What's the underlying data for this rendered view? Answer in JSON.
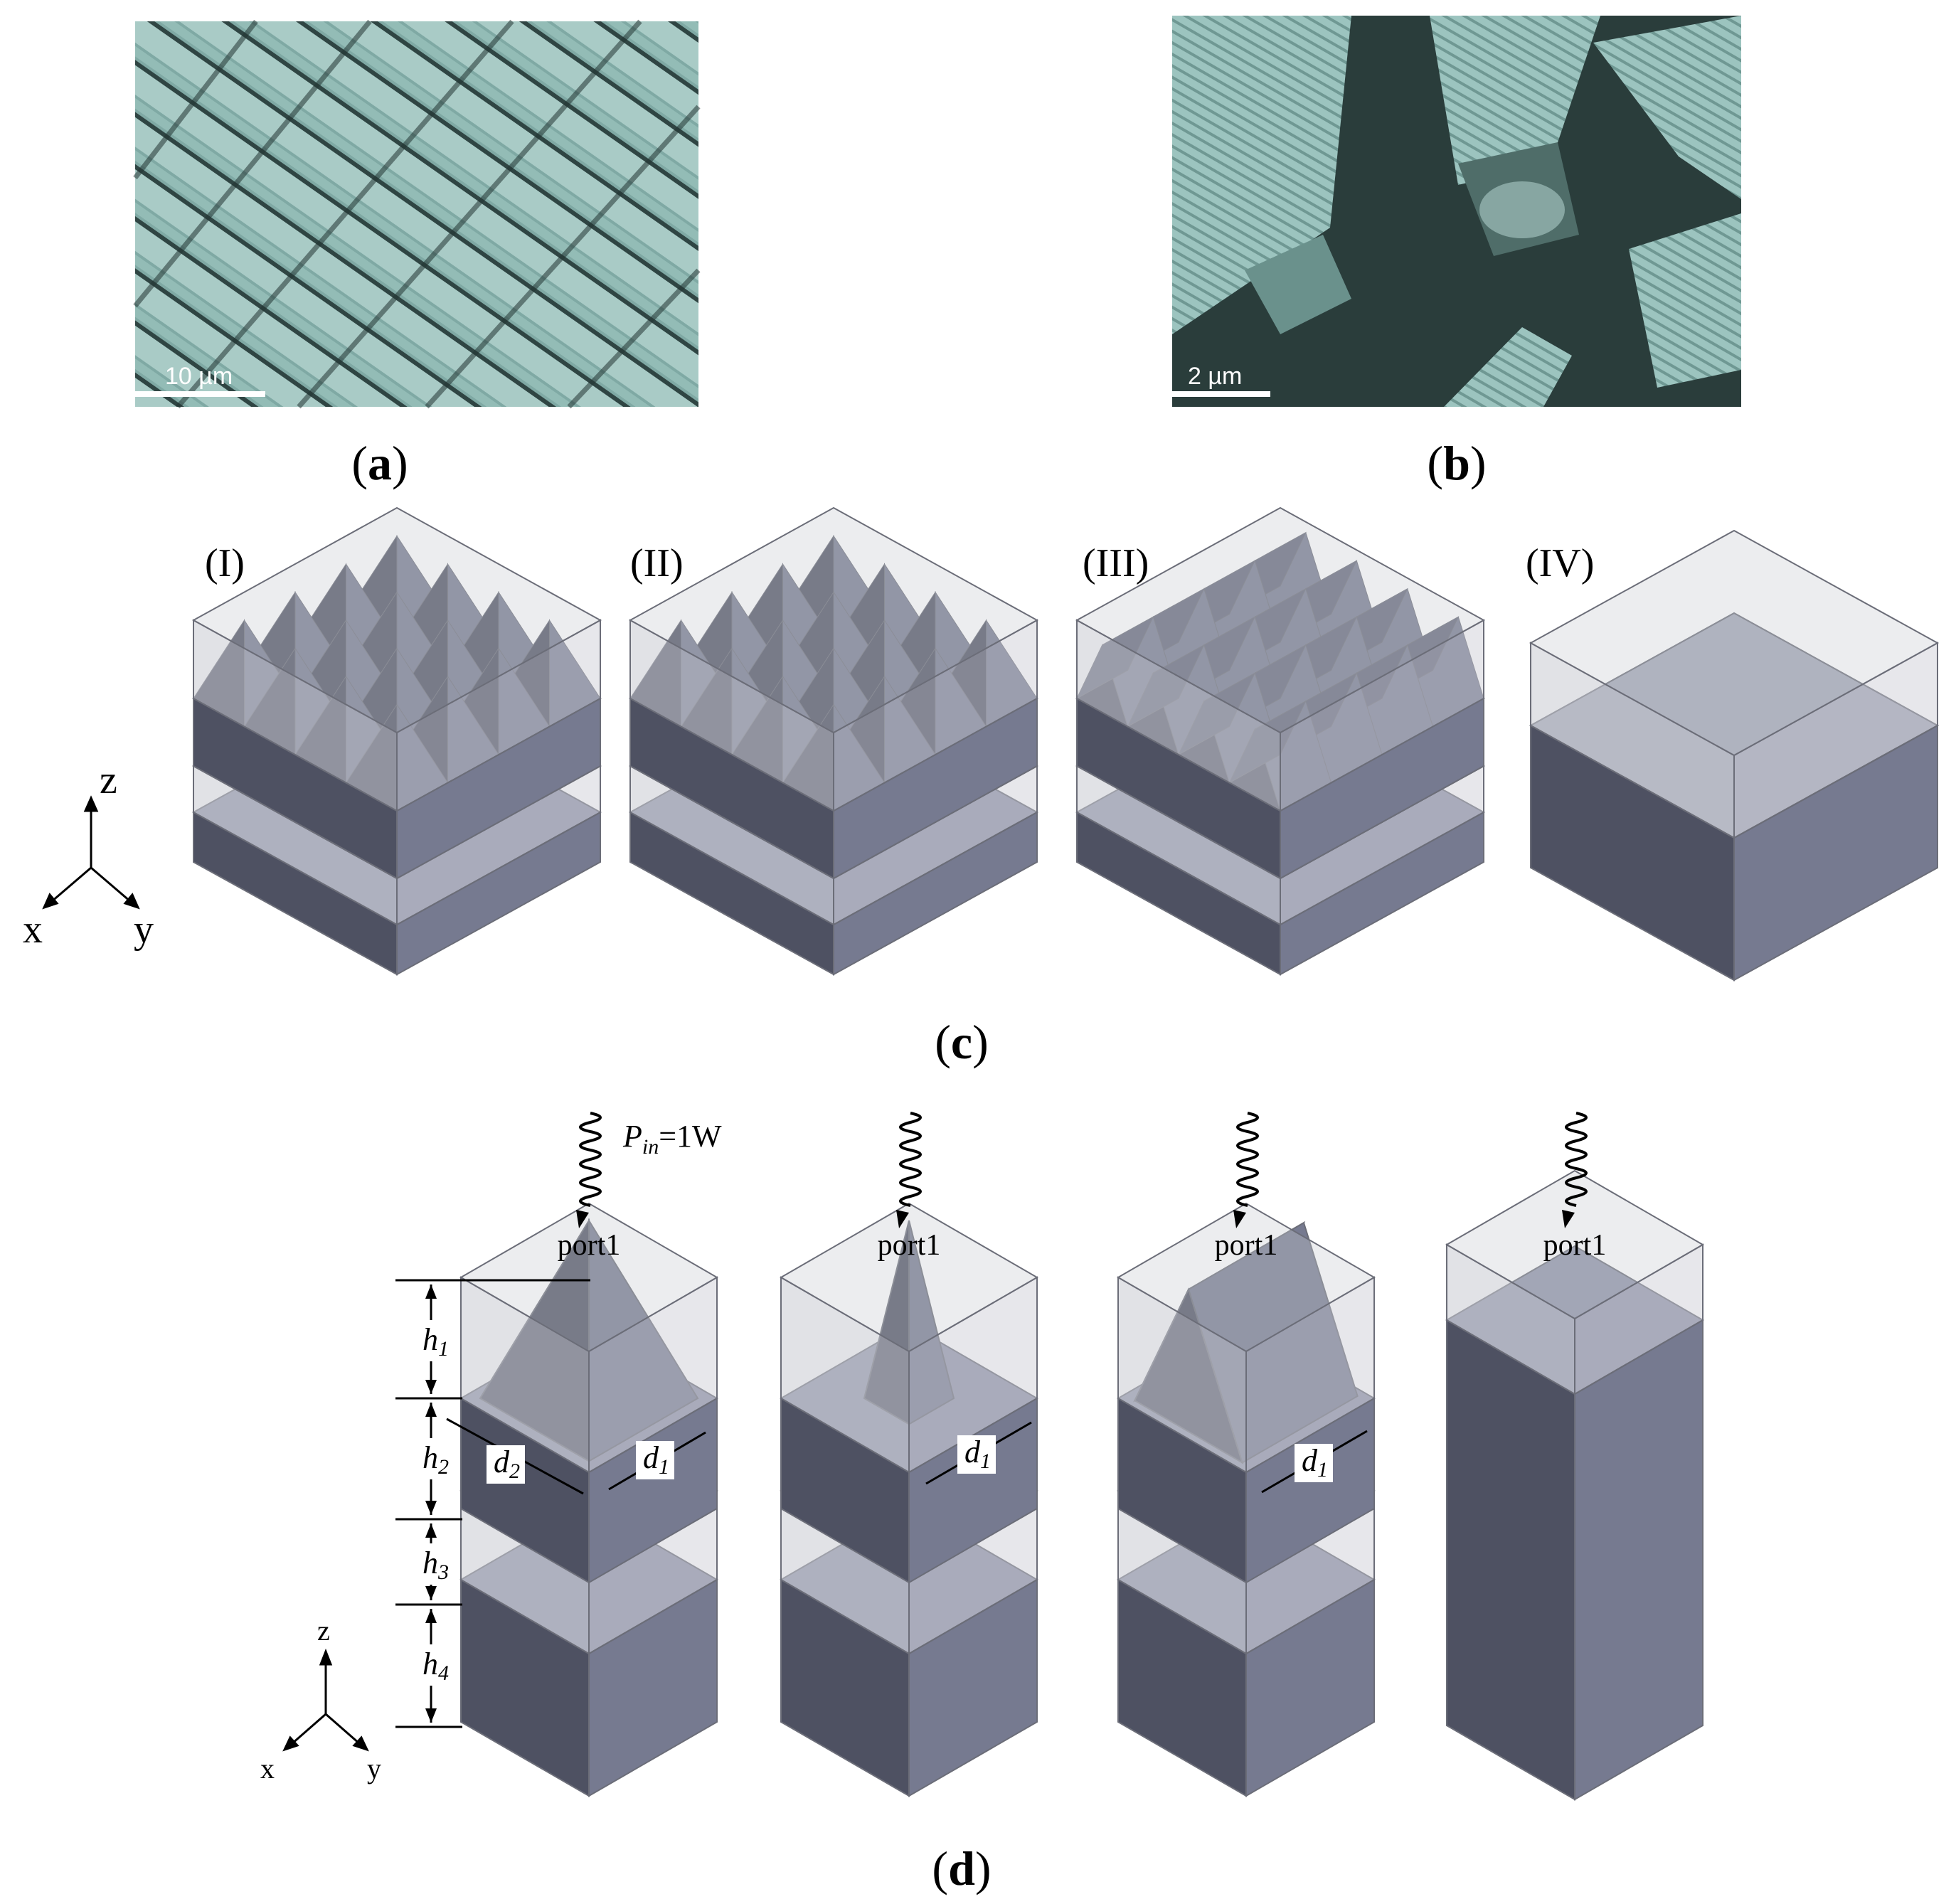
{
  "panels": {
    "a": {
      "label": "a",
      "scale_bar": "10 µm"
    },
    "b": {
      "label": "b",
      "scale_bar": "2 µm"
    },
    "c": {
      "label": "c",
      "models": [
        "(I)",
        "(II)",
        "(III)",
        "(IV)"
      ]
    },
    "d": {
      "label": "d",
      "port_label": "port1",
      "power_sym": "P",
      "power_sub": "in",
      "power_val": "=1W",
      "dims": [
        {
          "sym": "h",
          "sub": "1"
        },
        {
          "sym": "h",
          "sub": "2"
        },
        {
          "sym": "h",
          "sub": "3"
        },
        {
          "sym": "h",
          "sub": "4"
        },
        {
          "sym": "d",
          "sub": "1"
        },
        {
          "sym": "d",
          "sub": "2"
        }
      ]
    }
  },
  "axes": {
    "z": "z",
    "x": "x",
    "y": "y"
  },
  "colors": {
    "sem": "#8fb6b1",
    "sem_dark": "#2a3d3b",
    "solid_top": "#8e92a8",
    "solid_left": "#4e5162",
    "solid_right": "#767a90",
    "glass": "#c9cad2",
    "edge": "#6b6d78"
  }
}
